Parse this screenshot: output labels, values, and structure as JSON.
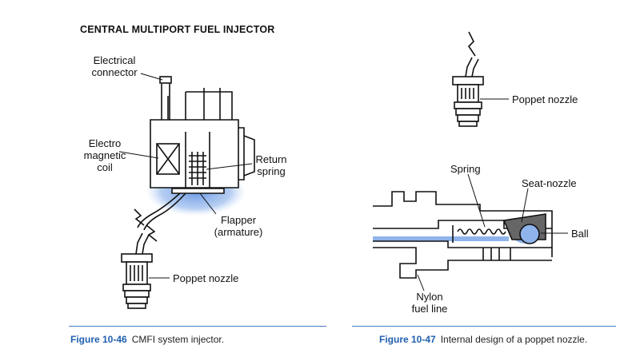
{
  "title": "CENTRAL MULTIPORT FUEL INJECTOR",
  "left_figure": {
    "labels": {
      "electrical_connector_line1": "Electrical",
      "electrical_connector_line2": "connector",
      "electromagnetic_coil_line1": "Electro",
      "electromagnetic_coil_line2": "magnetic",
      "electromagnetic_coil_line3": "coil",
      "return_spring_line1": "Return",
      "return_spring_line2": "spring",
      "flapper_line1": "Flapper",
      "flapper_line2": "(armature)",
      "poppet_nozzle": "Poppet nozzle"
    },
    "caption_number": "Figure 10-46",
    "caption_text": "CMFI system injector."
  },
  "right_figure": {
    "labels": {
      "poppet_nozzle": "Poppet nozzle",
      "spring": "Spring",
      "seat_nozzle": "Seat-nozzle",
      "ball": "Ball",
      "nylon_fuel_line_line1": "Nylon",
      "nylon_fuel_line_line2": "fuel line"
    },
    "caption_number": "Figure 10-47",
    "caption_text": "Internal design of a poppet nozzle."
  },
  "colors": {
    "accent_blue": "#1f5fae",
    "highlight_blue": "#7aa6e8",
    "rule_blue": "#4a7fc0",
    "ink": "#111111"
  }
}
